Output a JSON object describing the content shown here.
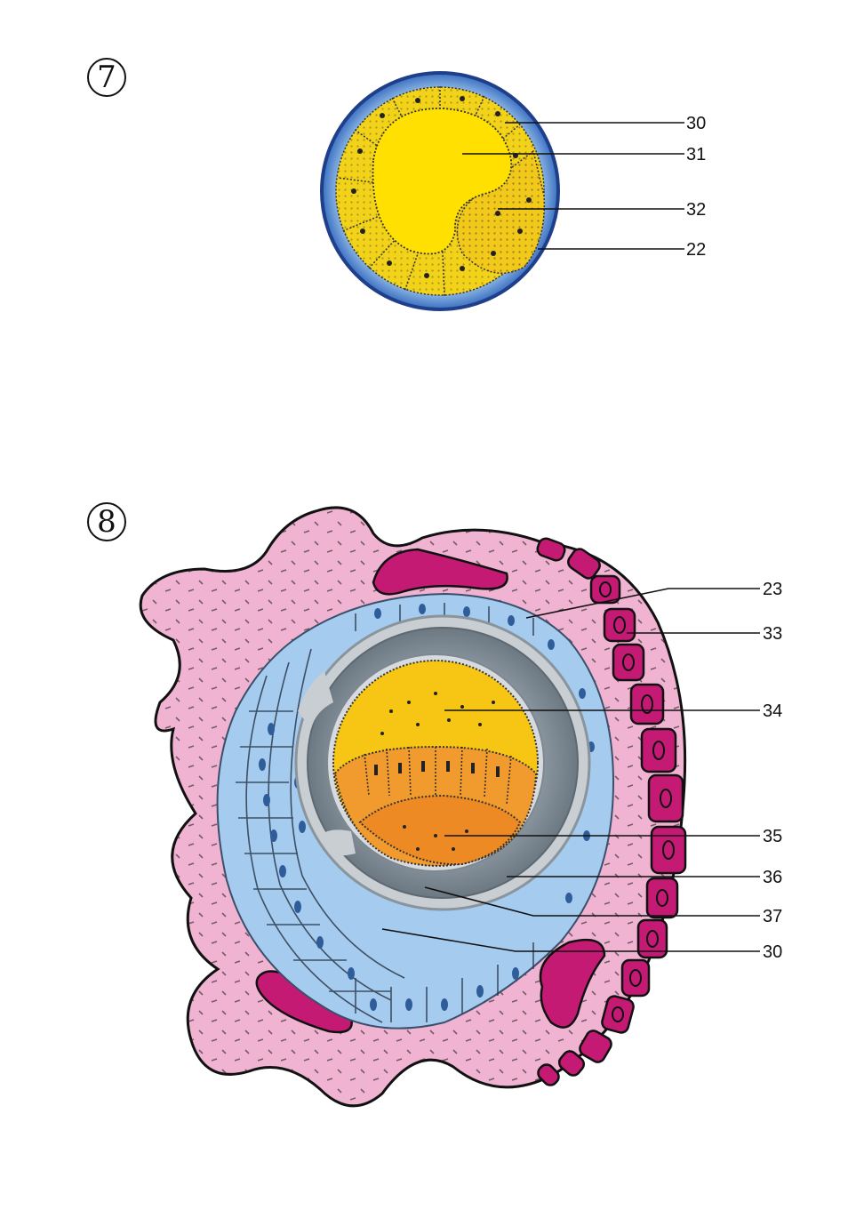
{
  "figures": [
    {
      "id": "fig7",
      "number": "7",
      "labels": [
        "30",
        "31",
        "32",
        "22"
      ]
    },
    {
      "id": "fig8",
      "number": "8",
      "labels": [
        "23",
        "33",
        "34",
        "35",
        "36",
        "37",
        "30"
      ]
    }
  ],
  "colors": {
    "yolk_yellow": "#ffd21a",
    "zona_blue": "#a9d3f0",
    "zona_dark_blue": "#2d5fb0",
    "endometrium_pink": "#f3b6d5",
    "vessel_magenta": "#c81a78",
    "trophoblast_blue": "#a7cdee",
    "cavity_gray": "#8f9aa4",
    "hypoblast_orange": "#f29b2e"
  }
}
